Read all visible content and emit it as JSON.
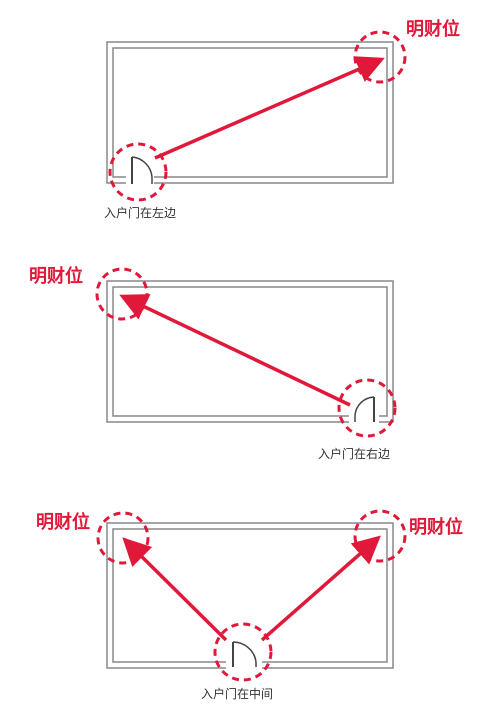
{
  "colors": {
    "accent": "#e0193a",
    "wall": "#888888",
    "text": "#333333"
  },
  "panels": [
    {
      "wealth_labels": [
        "明财位"
      ],
      "door_label": "入户门在左边"
    },
    {
      "wealth_labels": [
        "明财位"
      ],
      "door_label": "入户门在右边"
    },
    {
      "wealth_labels": [
        "明财位",
        "明财位"
      ],
      "door_label": "入户门在中间"
    }
  ]
}
